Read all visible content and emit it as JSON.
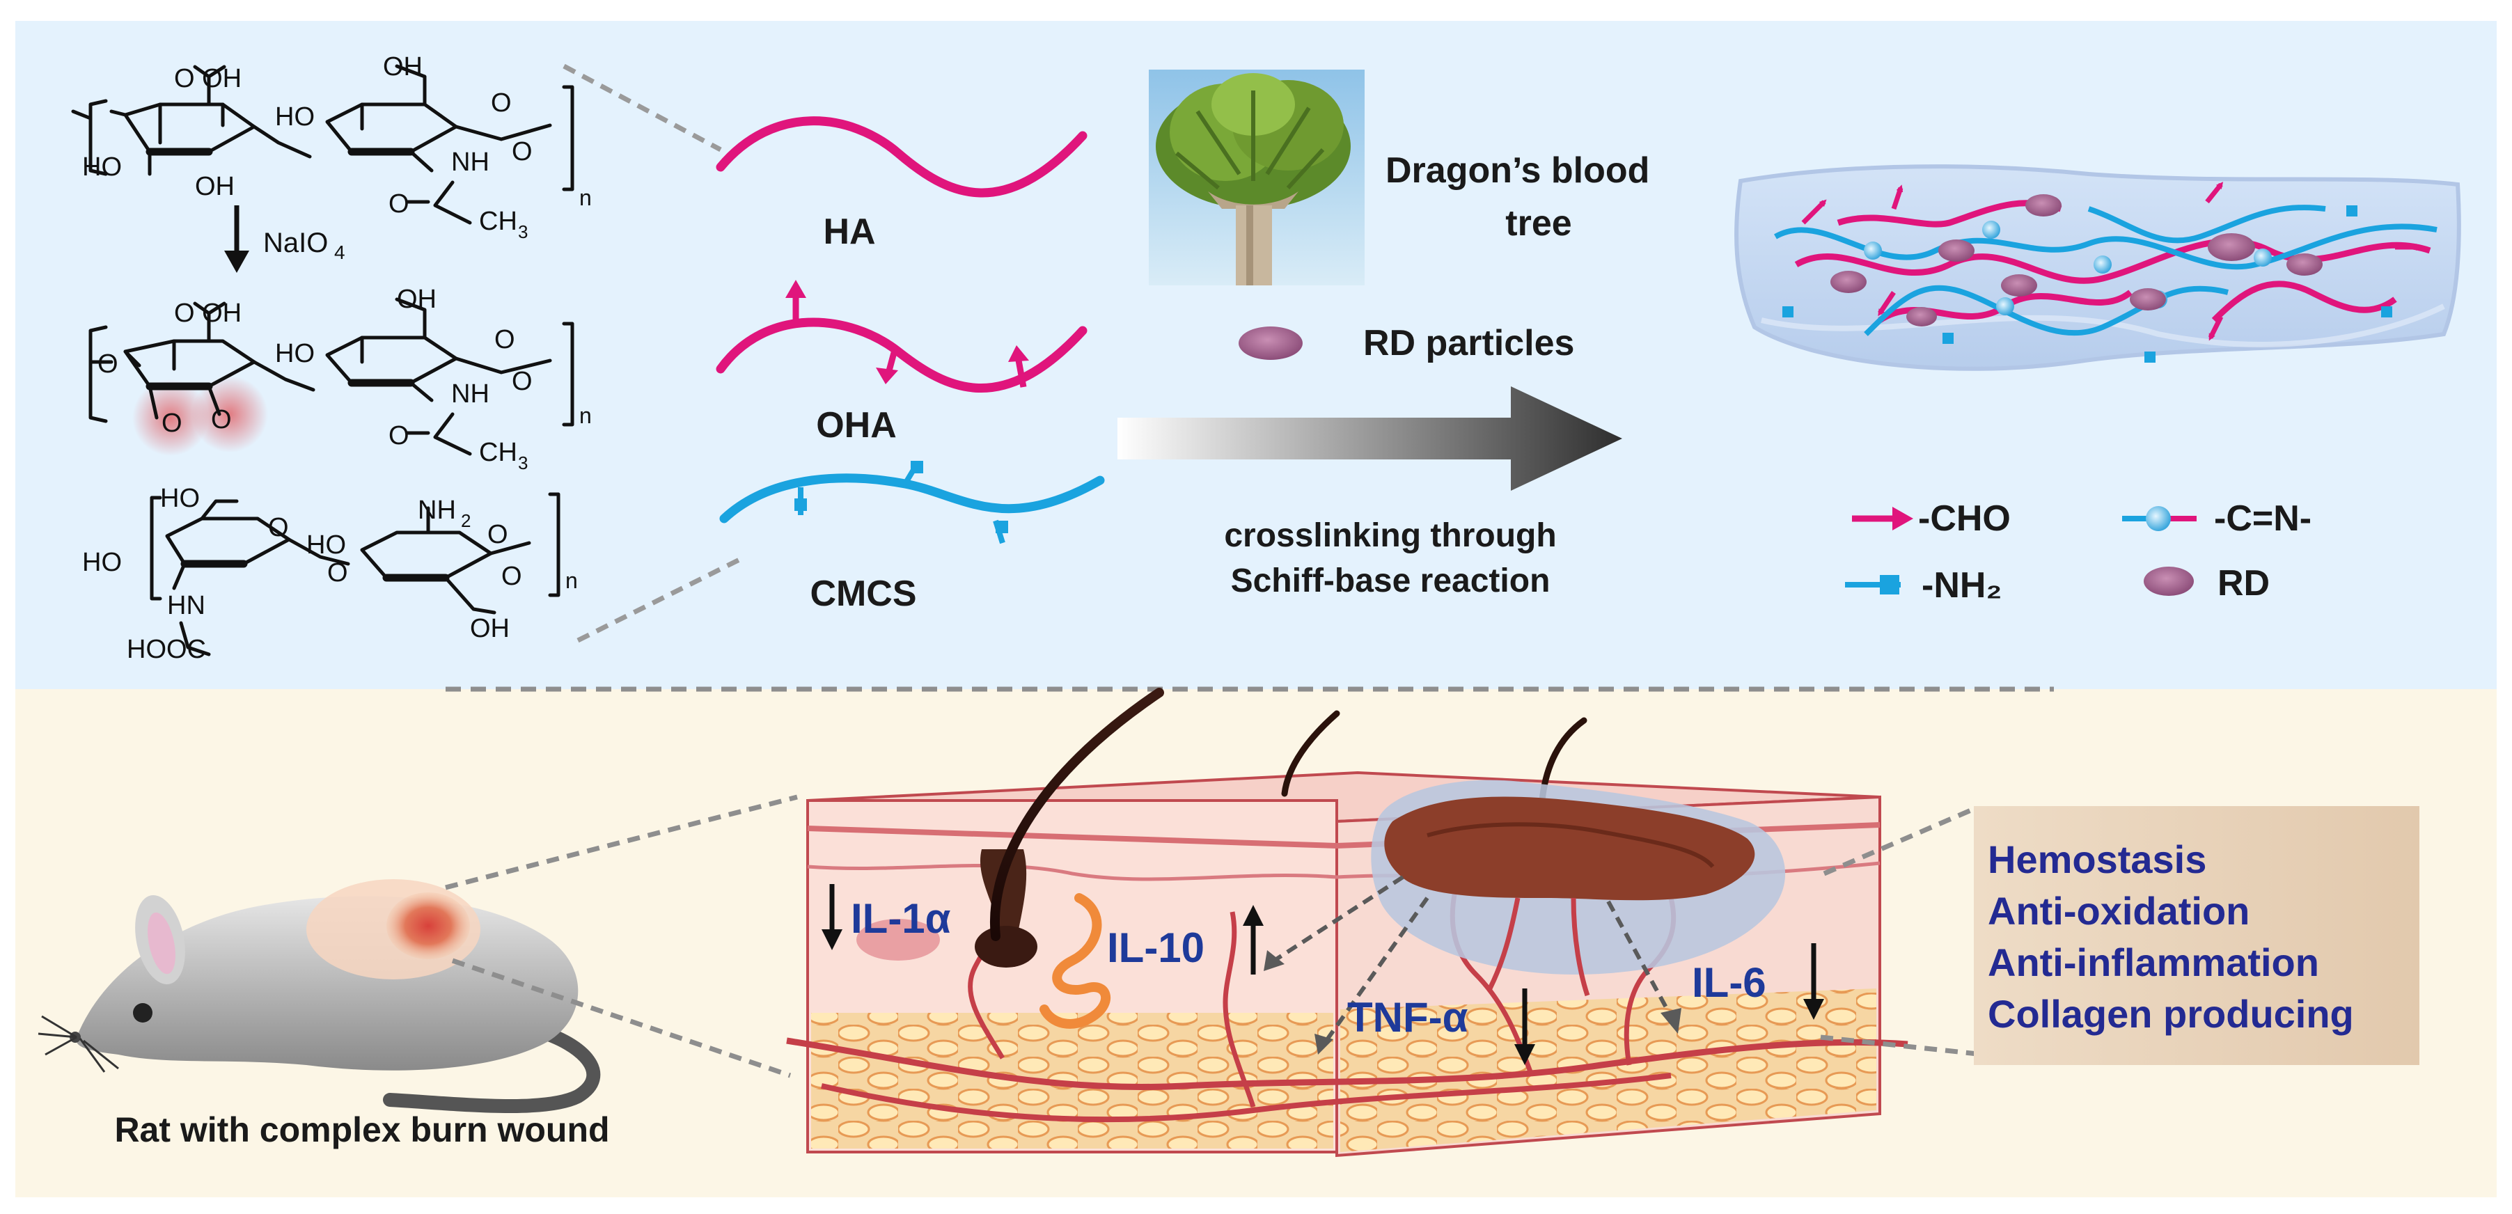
{
  "colors": {
    "top_panel": "#e4f2fd",
    "bottom_panel": "#fcf6e6",
    "ha_chain": "#e0157c",
    "cmcs_chain": "#1aa3df",
    "cytokine_text": "#1e3a9a",
    "effects_text": "#232a92"
  },
  "chemistry": {
    "ha_groups": {
      "cooh": "O OH",
      "oh_top": "OH",
      "oh_left": "HO",
      "ho_ring": "HO",
      "oh_bottom": "OH",
      "nh": "NH",
      "o_c": "O",
      "ch": "CH",
      "sub3": "3",
      "n": "n"
    },
    "oxidant": "NaIO",
    "oxidant_sub": "4",
    "oha_groups": {
      "cooh": "O OH",
      "oh_top": "OH",
      "ho_ring": "HO",
      "nh": "NH",
      "o_c": "O",
      "ch": "CH",
      "sub3": "3",
      "ald1": "O",
      "ald2": "O",
      "n": "n"
    },
    "cmcs_groups": {
      "ho_top": "HO",
      "nh2": "NH",
      "sub2": "2",
      "ho_left": "HO",
      "ho_ring": "HO",
      "hn": "HN",
      "hooc": "HOOC",
      "oh_bottom": "OH",
      "n": "n"
    }
  },
  "polymers": [
    {
      "label": "HA",
      "icon": "pink-chain-icon"
    },
    {
      "label": "OHA",
      "icon": "aldehyde-chain-icon"
    },
    {
      "label": "CMCS",
      "icon": "amine-chain-icon"
    }
  ],
  "tree": {
    "label_line1": "Dragon’s blood",
    "label_line2": "tree",
    "icon": "dragon-tree-icon"
  },
  "particles": {
    "label": "RD particles",
    "icon": "rd-particle-icon"
  },
  "reaction": {
    "line1": "crosslinking through",
    "line2": "Schiff-base reaction",
    "icon": "gradient-arrow-icon"
  },
  "hydrogel": {
    "icon": "hydrogel-network-icon"
  },
  "legend": [
    {
      "label": "-CHO",
      "icon": "cho-arrow-icon"
    },
    {
      "label": "-C=N-",
      "icon": "imine-bond-icon"
    },
    {
      "label": "-NH₂",
      "icon": "nh2-square-icon"
    },
    {
      "label": "RD",
      "icon": "rd-particle-icon"
    }
  ],
  "rat": {
    "caption": "Rat with complex burn wound",
    "icon": "rat-icon"
  },
  "skin": {
    "icon": "skin-section-icon"
  },
  "cytokines": [
    {
      "label": "IL-1α",
      "trend": "down"
    },
    {
      "label": "IL-10",
      "trend": "up"
    },
    {
      "label": "TNF-α",
      "trend": "down"
    },
    {
      "label": "IL-6",
      "trend": "down"
    }
  ],
  "effects": [
    "Hemostasis",
    "Anti-oxidation",
    "Anti-inflammation",
    "Collagen producing"
  ]
}
